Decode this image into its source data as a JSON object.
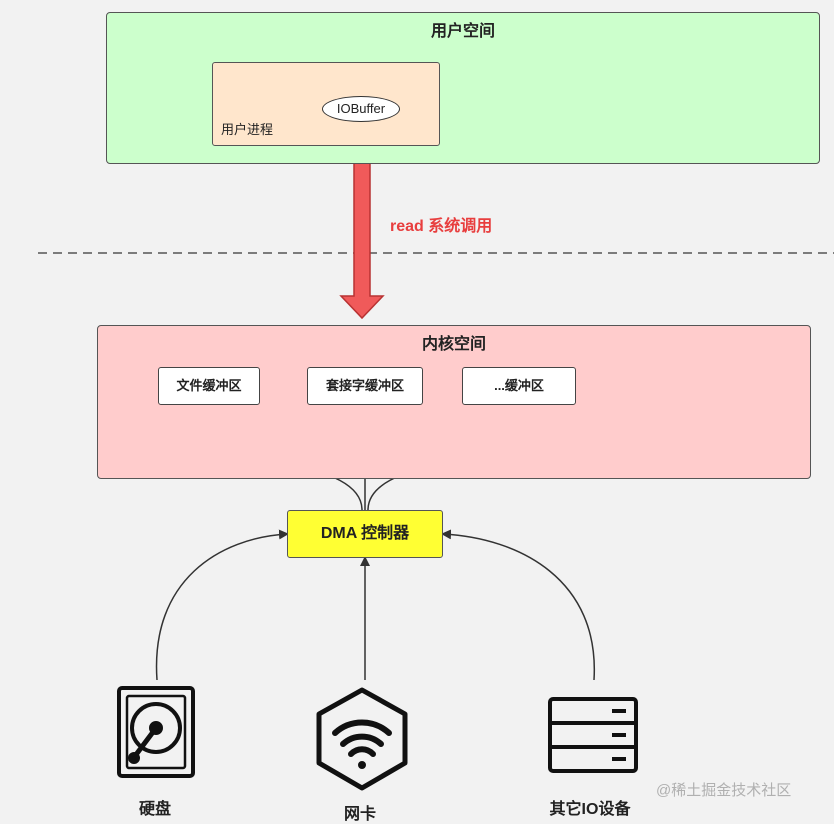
{
  "user_space": {
    "title": "用户空间",
    "process_label": "用户进程",
    "buffer_label": "IOBuffer"
  },
  "syscall_label": "read 系统调用",
  "kernel_space": {
    "title": "内核空间",
    "buffers": [
      "文件缓冲区",
      "套接字缓冲区",
      "...缓冲区"
    ]
  },
  "dma_label": "DMA 控制器",
  "devices": [
    {
      "label": "硬盘",
      "icon": "hard-disk-icon"
    },
    {
      "label": "网卡",
      "icon": "wifi-hexagon-icon"
    },
    {
      "label": "其它IO设备",
      "icon": "server-rack-icon"
    }
  ],
  "watermark": "@稀土掘金技术社区",
  "colors": {
    "user_space": "#ccffcc",
    "user_process": "#ffe6cc",
    "kernel_space": "#ffcccc",
    "dma": "#ffff33",
    "syscall_arrow": "#f05a5a",
    "syscall_text": "#e83e3e"
  }
}
